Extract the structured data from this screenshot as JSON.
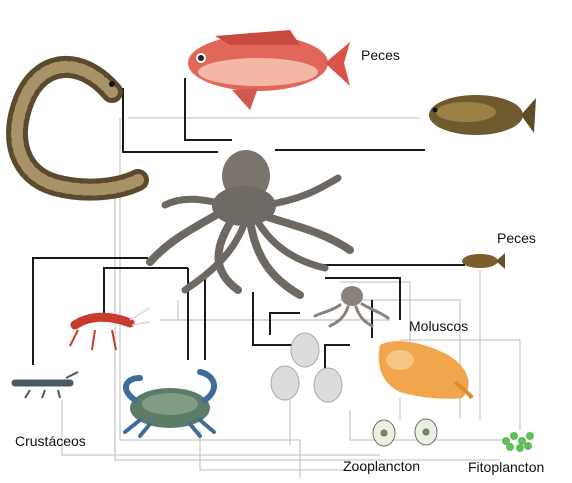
{
  "labels": {
    "peces_top": "Peces",
    "peces_mid": "Peces",
    "moluscos": "Moluscos",
    "crustaceos": "Crustáceos",
    "zooplancton": "Zooplancton",
    "fitoplancton": "Fitoplancton"
  },
  "colors": {
    "strong_link": "#1a1a1a",
    "weak_link": "#c9c9c9",
    "background": "#ffffff"
  },
  "organisms": [
    "moray-eel",
    "red-snapper",
    "grouper",
    "octopus",
    "small-fish",
    "small-octopus",
    "conch-snail",
    "clam-shells",
    "shrimp",
    "crayfish",
    "crab",
    "zooplankton",
    "phytoplankton"
  ]
}
